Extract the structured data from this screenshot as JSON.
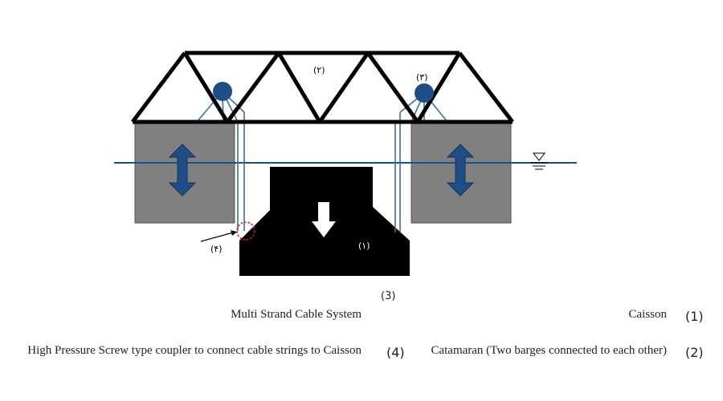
{
  "diagram": {
    "labels": {
      "caisson_marker": "(۱)",
      "truss_marker": "(۲)",
      "pulley_marker": "(۳)",
      "coupler_marker": "(۴)"
    }
  },
  "legend": {
    "caption": "(3)",
    "items": [
      {
        "number": "(1)",
        "text": "Caisson"
      },
      {
        "number": "(2)",
        "text": "Catamaran (Two barges connected to each other)"
      },
      {
        "number": "(4)",
        "text": "High Pressure Screw type coupler to connect cable strings to Caisson"
      }
    ],
    "item_3_text": "Multi Strand Cable System"
  },
  "colors": {
    "barge": "#808080",
    "caisson": "#000000",
    "cable": "#3a6f9e",
    "pulley": "#1f4d85",
    "arrow": "#1f4d85",
    "water_line": "#1f4d85",
    "coupler_circle": "#d62020"
  }
}
